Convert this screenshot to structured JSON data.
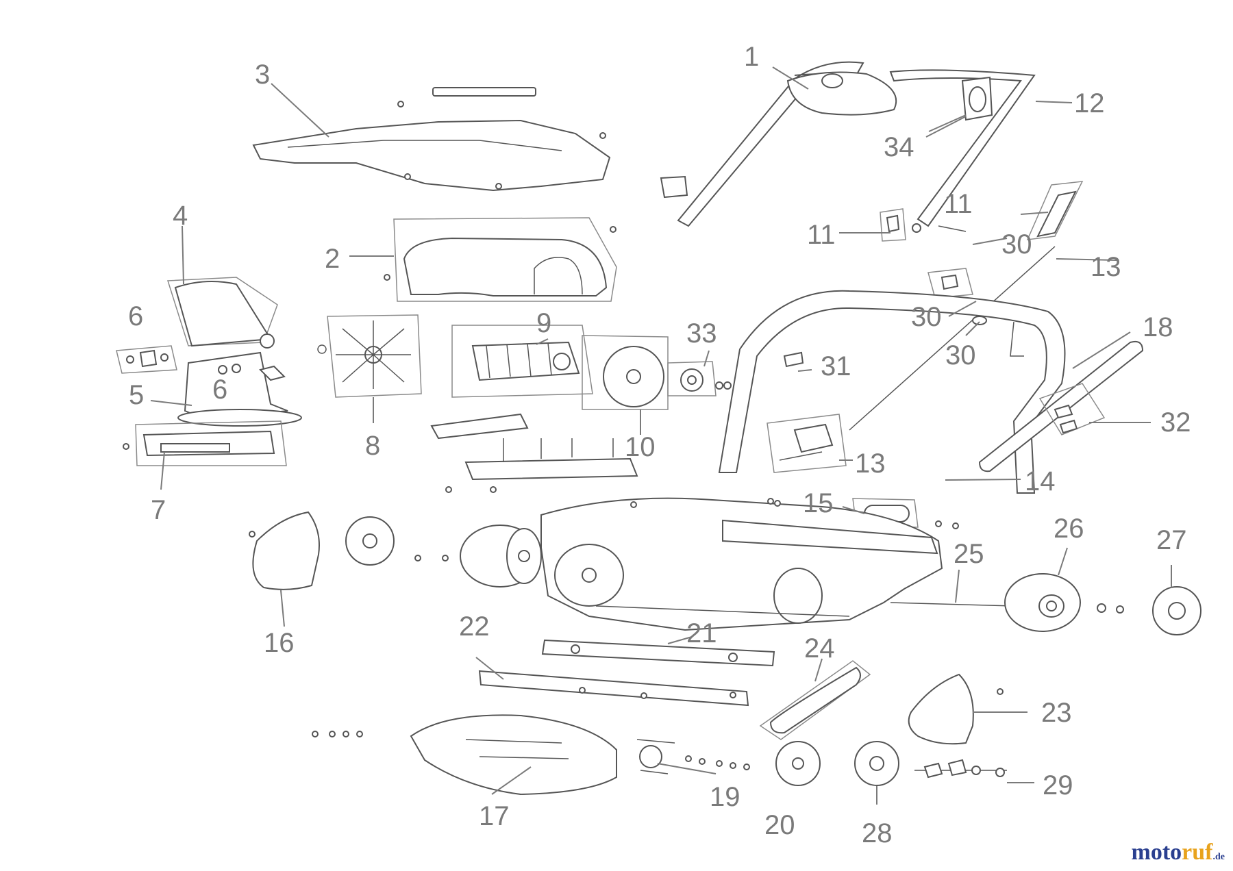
{
  "callouts": [
    "1",
    "2",
    "3",
    "4",
    "5",
    "6",
    "6",
    "7",
    "8",
    "9",
    "10",
    "11",
    "11",
    "12",
    "13",
    "13",
    "14",
    "15",
    "16",
    "17",
    "18",
    "19",
    "20",
    "21",
    "22",
    "23",
    "24",
    "25",
    "26",
    "27",
    "28",
    "29",
    "30",
    "30",
    "30",
    "31",
    "32",
    "33",
    "34"
  ],
  "watermark": {
    "part1": "moto",
    "part2": "ruf",
    "part3": ".de"
  },
  "colors": {
    "label": "#7a7a7a",
    "line": "#555555",
    "brand_blue": "#2a3f8f",
    "brand_orange": "#e8a21c"
  }
}
